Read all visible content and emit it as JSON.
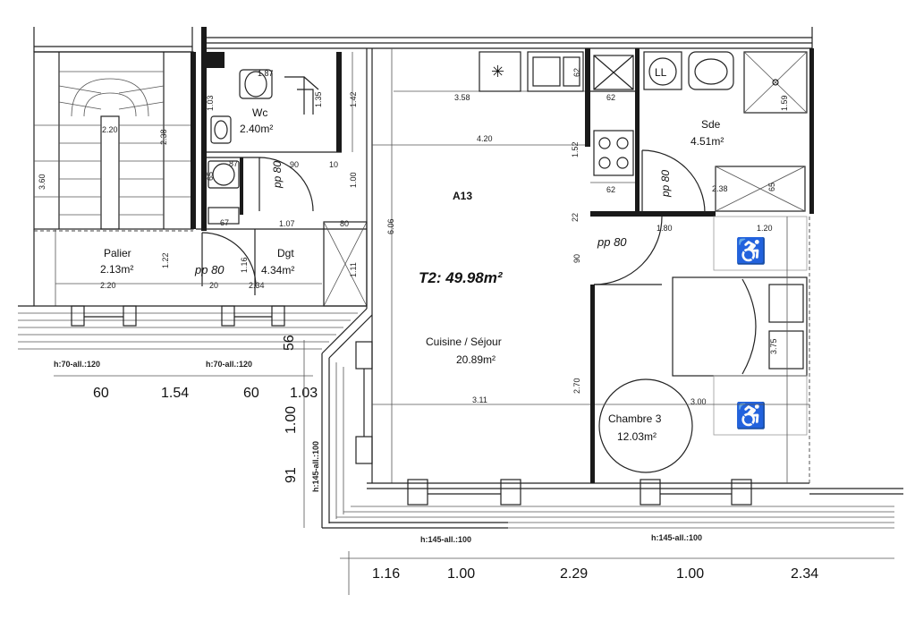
{
  "apartment": {
    "code": "A13",
    "type_area": "T2: 49.98m²"
  },
  "rooms": {
    "wc": {
      "name": "Wc",
      "area": "2.40m²"
    },
    "sde": {
      "name": "Sde",
      "area": "4.51m²"
    },
    "palier": {
      "name": "Palier",
      "area": "2.13m²"
    },
    "dgt": {
      "name": "Dgt",
      "area": "4.34m²"
    },
    "sejour": {
      "name": "Cuisine / Séjour",
      "area": "20.89m²"
    },
    "chambre": {
      "name": "Chambre 3",
      "area": "12.03m²"
    }
  },
  "doors": {
    "pp_wc": "pp 80",
    "pp_sde": "pp 80",
    "pp_dgt": "pp 80",
    "pp_chambre": "pp 80"
  },
  "fixtures": {
    "washing_machine": "LL"
  },
  "windows": {
    "w_left1": "h:70-all.:120",
    "w_left2": "h:70-all.:120",
    "w_side": "h:145-all.:100",
    "w_bottom1": "h:145-all.:100",
    "w_bottom2": "h:145-all.:100"
  },
  "dims": {
    "stair_220": "2.20",
    "stair_238": "2.38",
    "stair_360": "3.60",
    "palier_220": "2.20",
    "palier_122": "1.22",
    "wc_187": "1.87",
    "wc_103": "1.03",
    "wc_135": "1.35",
    "wc_142": "1.42",
    "wc_90": "90",
    "wc_10": "10",
    "wc_100": "1.00",
    "wc_65": "65",
    "wc_67": "67",
    "wc_87": "87",
    "dgt_107": "1.07",
    "dgt_80": "80",
    "dgt_116": "1.16",
    "dgt_20": "20",
    "dgt_234": "2.34",
    "dgt_111": "1.11",
    "sej_358": "3.58",
    "sej_420": "4.20",
    "sej_606": "6.06",
    "sej_311": "3.11",
    "sej_270": "2.70",
    "kit_62a": "62",
    "kit_62b": "62",
    "kit_62c": "62",
    "kit_152": "1.52",
    "kit_22": "22",
    "kit_90": "90",
    "sde_159": "1.59",
    "sde_238": "2.38",
    "sde_65": "65",
    "sde_180": "1.80",
    "ch_120": "1.20",
    "ch_375": "3.75",
    "ch_300": "3.00",
    "b_60a": "60",
    "b_154": "1.54",
    "b_60b": "60",
    "b_103": "1.03",
    "b_56": "56",
    "b_100v": "1.00",
    "b_91": "91",
    "bt_116": "1.16",
    "bt_100a": "1.00",
    "bt_229": "2.29",
    "bt_100b": "1.00",
    "bt_234": "2.34"
  }
}
